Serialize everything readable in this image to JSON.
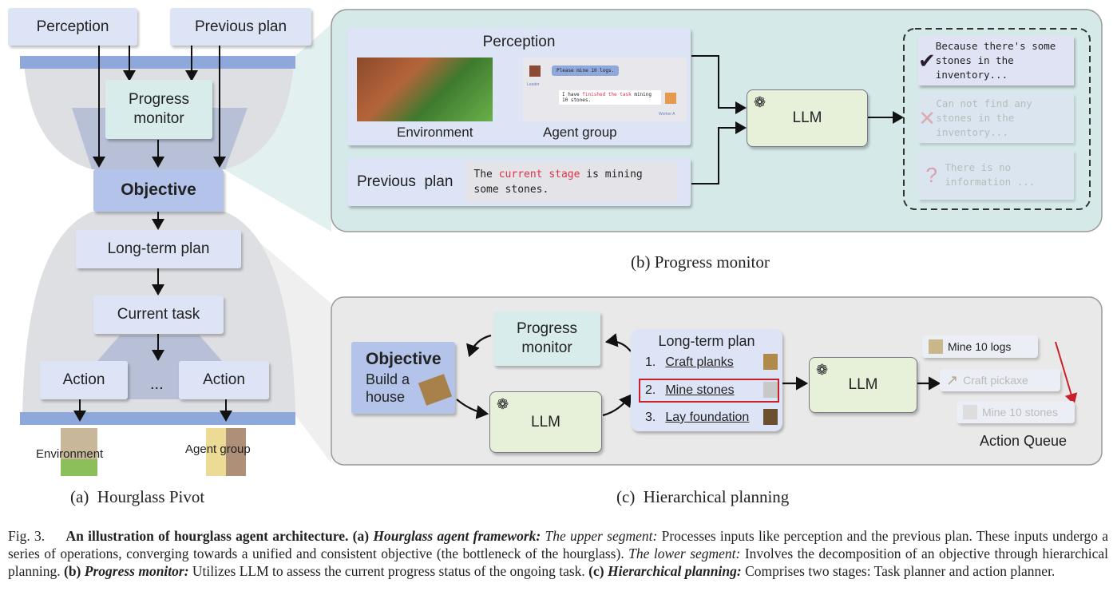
{
  "panel_a": {
    "perception": "Perception",
    "previous_plan": "Previous plan",
    "progress_monitor": "Progress monitor",
    "objective": "Objective",
    "long_term_plan": "Long-term plan",
    "current_task": "Current task",
    "action_1": "Action",
    "ellipsis": "...",
    "action_2": "Action",
    "environment": "Environment",
    "agent_group": "Agent group",
    "caption": "(a)  Hourglass Pivot"
  },
  "panel_b": {
    "perception_title": "Perception",
    "environment": "Environment",
    "agent_group": "Agent group",
    "chat_leader_msg": "Please mine 10 logs.",
    "chat_leader_name": "Leader",
    "chat_worker_msg_pre": "I have ",
    "chat_worker_msg_hl": "finished the task",
    "chat_worker_msg_post": " mining 10 stones.",
    "chat_worker_name": "Worker A",
    "previous_plan": "Previous  plan",
    "plan_pre": "The ",
    "plan_hl": "current stage",
    "plan_post": " is mining some stones.",
    "llm": "LLM",
    "options": [
      {
        "icon": "check-icon",
        "glyph": "✔",
        "text": "Because there's some stones in the inventory..."
      },
      {
        "icon": "cross-icon",
        "glyph": "✕",
        "text": "Can not find any stones in the inventory..."
      },
      {
        "icon": "question-icon",
        "glyph": "?",
        "text": "There is no information ..."
      }
    ],
    "caption": "(b) Progress monitor"
  },
  "panel_c": {
    "objective_title": "Objective",
    "objective_text": "Build a house",
    "progress_monitor": "Progress monitor",
    "llm_1": "LLM",
    "llm_2": "LLM",
    "long_term_plan_title": "Long-term plan",
    "plan_items": [
      {
        "num": "1.",
        "text": "Craft planks"
      },
      {
        "num": "2.",
        "text": "Mine stones"
      },
      {
        "num": "3.",
        "text": "Lay foundation"
      }
    ],
    "queue": [
      "Mine 10 logs",
      "Craft pickaxe",
      "Mine 10 stones"
    ],
    "action_queue": "Action Queue",
    "caption": "(c)  Hierarchical planning"
  },
  "figure_caption": {
    "fig": "Fig. 3.",
    "title": "An illustration of hourglass agent architecture.",
    "a_label": "(a)",
    "a_name": "Hourglass agent framework:",
    "upper": "The upper segment:",
    "upper_text": "Processes inputs like perception and the previous plan. These inputs undergo a series of operations, converging towards a unified and consistent objective (the bottleneck of the hourglass).",
    "lower": "The lower segment:",
    "lower_text": "Involves the decomposition of an objective through hierarchical planning.",
    "b_label": "(b)",
    "b_name": "Progress monitor:",
    "b_text": "Utilizes LLM to assess the current progress status of the ongoing task.",
    "c_label": "(c)",
    "c_name": "Hierarchical planning:",
    "c_text": "Comprises two stages: Task planner and action planner."
  },
  "colors": {
    "highlight_red": "#d9344a",
    "selection_border": "#c8202a",
    "bar_blue": "#8fa8dc",
    "panel_b_bg": "#d6e9e9",
    "panel_c_bg": "#e9e9e9"
  }
}
